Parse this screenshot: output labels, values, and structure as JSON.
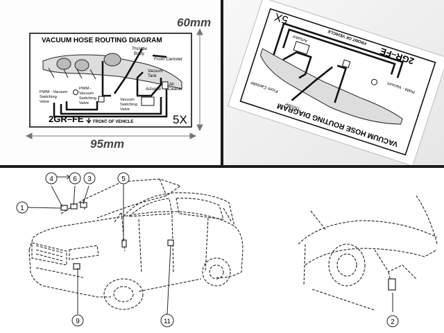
{
  "sticker": {
    "title": "VACUUM HOSE ROUTING DIAGRAM",
    "engine": "2GR–FE",
    "code": "5X",
    "front": "FRONT OF VEHICLE",
    "labels": {
      "throttle": "Throttle",
      "body": "Body",
      "canister": "From Canister",
      "vac_tank_1": "Vacuum",
      "vac_tank_2": "Tank",
      "pwm1_1": "PWM - Vacuum",
      "pwm1_2": "Switching",
      "pwm1_3": "Valve",
      "pwm2_1": "PWM -",
      "pwm2_2": "Vacuum",
      "pwm2_3": "Switching",
      "pwm2_4": "Valve",
      "vsv_1": "Vacuum",
      "vsv_2": "Switching",
      "vsv_3": "Valve",
      "actuator": "Actuator",
      "air_1": "Air",
      "air_2": "Cleaner"
    }
  },
  "dimensions": {
    "height": "60mm",
    "width": "95mm"
  },
  "callouts": [
    "1",
    "2",
    "3",
    "4",
    "5",
    "6",
    "9",
    "11"
  ]
}
